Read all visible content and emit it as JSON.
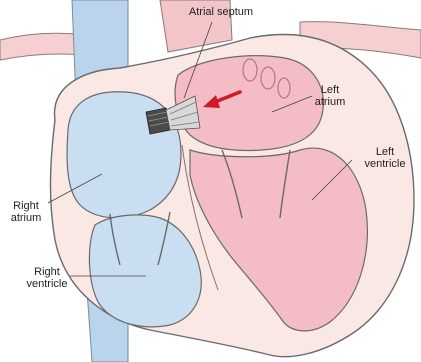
{
  "labels": {
    "atrial_septum": "Atrial septum",
    "left_atrium": "Left\natrium",
    "left_ventricle": "Left\nventricle",
    "right_atrium": "Right\natrium",
    "right_ventricle": "Right\nventricle"
  },
  "colors": {
    "right_side_fill": "#c9def0",
    "left_side_fill": "#f4bcc4",
    "heart_wall": "#fae8e4",
    "vessel_blue": "#b9d4ec",
    "outline": "#6a6a6a",
    "arrow": "#d11a26",
    "device": "#4a4a4a"
  },
  "icons": {
    "device": "septal-occluder-device",
    "arrow": "flow-arrow"
  }
}
